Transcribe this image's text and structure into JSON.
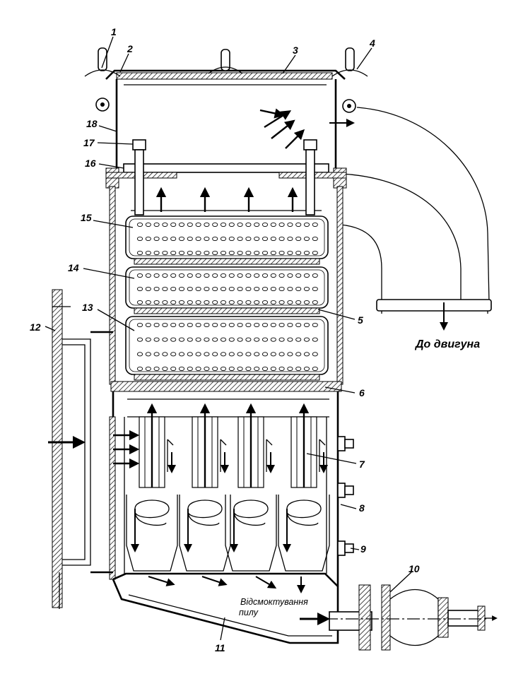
{
  "labels": {
    "n1": "1",
    "n2": "2",
    "n3": "3",
    "n4": "4",
    "n5": "5",
    "n6": "6",
    "n7": "7",
    "n8": "8",
    "n9": "9",
    "n10": "10",
    "n11": "11",
    "n12": "12",
    "n13": "13",
    "n14": "14",
    "n15": "15",
    "n16": "16",
    "n17": "17",
    "n18": "18"
  },
  "captions": {
    "to_engine": "До двигуна",
    "dust_line1": "Відсмоктування",
    "dust_line2": "пилу"
  }
}
